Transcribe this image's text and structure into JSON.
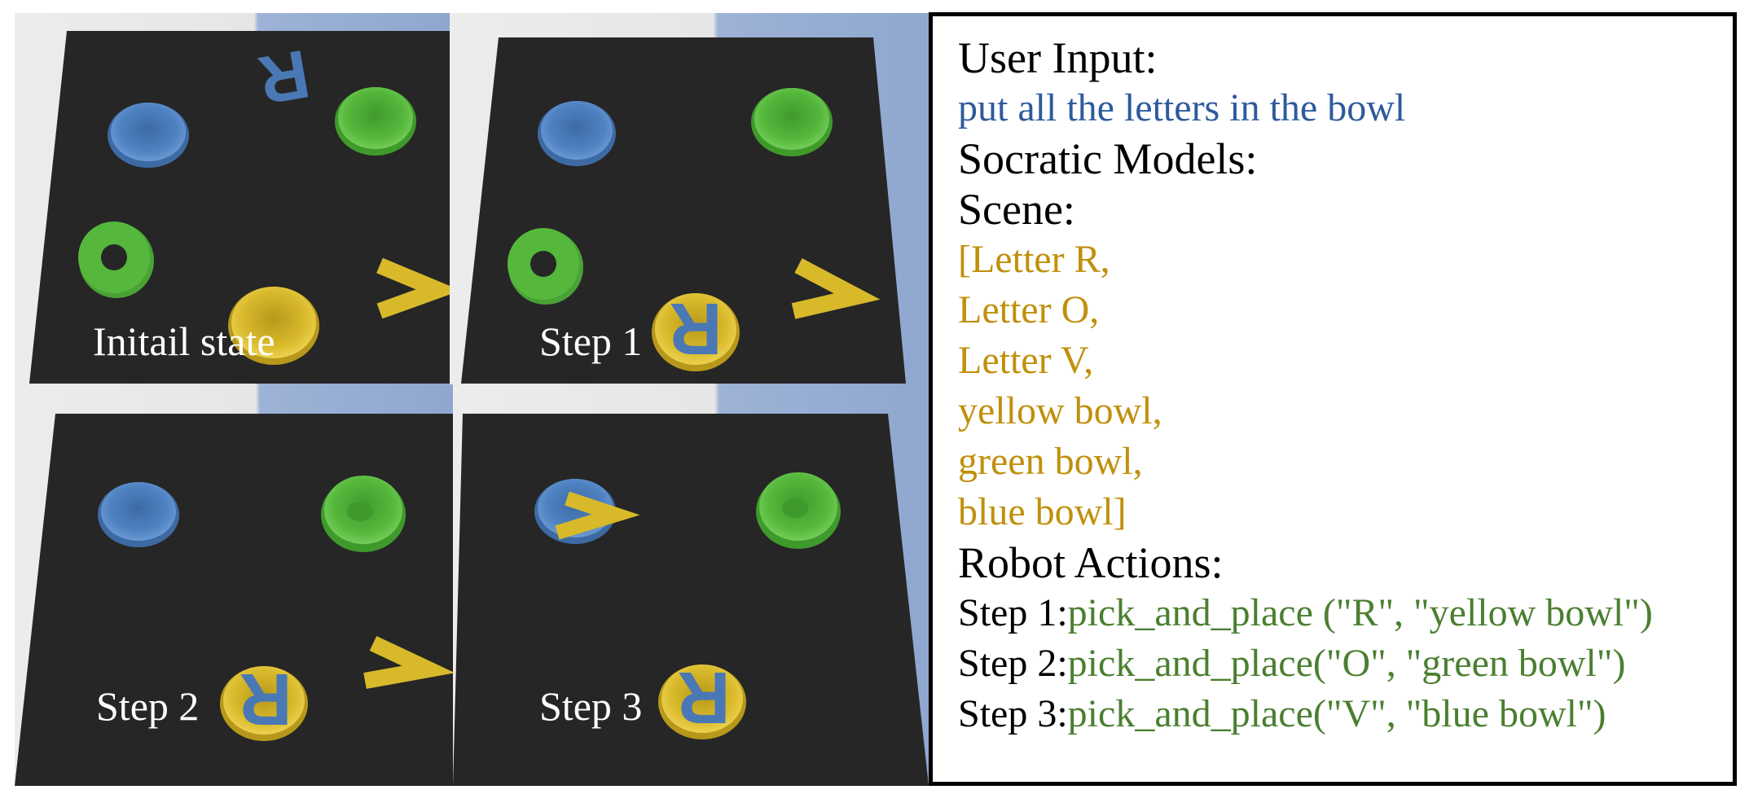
{
  "panels": [
    {
      "caption": "Initail state"
    },
    {
      "caption": "Step 1"
    },
    {
      "caption": "Step 2"
    },
    {
      "caption": "Step 3"
    }
  ],
  "letters": {
    "r": "R",
    "v": "V"
  },
  "text": {
    "user_input_label": "User Input:",
    "user_input": "put all the letters in the bowl",
    "models_label": "Socratic Models:",
    "scene_label": "Scene:",
    "scene_items": [
      "[Letter R,",
      "Letter O,",
      "Letter V,",
      "yellow bowl,",
      "green bowl,",
      "blue bowl]"
    ],
    "actions_label": "Robot Actions:",
    "steps": [
      {
        "prefix": "Step 1:",
        "action": "pick_and_place (\"R\", \"yellow bowl\")"
      },
      {
        "prefix": "Step 2:",
        "action": "pick_and_place(\"O\", \"green bowl\")"
      },
      {
        "prefix": "Step 3:",
        "action": "pick_and_place(\"V\", \"blue bowl\")"
      }
    ]
  },
  "colors": {
    "user_input": "#2e5a9c",
    "scene": "#c0900c",
    "action": "#4a7f30",
    "table": "#262626",
    "blue_bowl": "#4a78b5",
    "green_bowl": "#52b43a",
    "yellow_bowl": "#d8b92a",
    "letter_blue": "#4a78b5",
    "letter_yellow": "#d8b92a"
  }
}
